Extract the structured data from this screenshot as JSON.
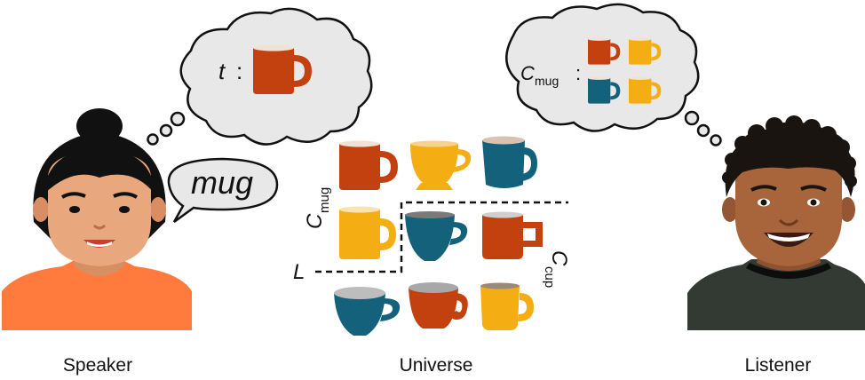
{
  "captions": {
    "speaker": "Speaker",
    "universe": "Universe",
    "listener": "Listener"
  },
  "speaker_bubble": {
    "word": "mug"
  },
  "speaker_thought": {
    "target_symbol": "t",
    "colon": ":"
  },
  "listener_thought": {
    "class_symbol": "C",
    "class_subscript": "mug",
    "colon": ":"
  },
  "universe_labels": {
    "c_mug_symbol": "C",
    "c_mug_subscript": "mug",
    "c_cup_symbol": "C",
    "c_cup_subscript": "cup",
    "l_symbol": "L"
  },
  "colors": {
    "red": "#c2410f",
    "yellow": "#f4ad12",
    "teal": "#13617a",
    "skin_speaker": "#e8a77d",
    "shirt_speaker": "#ff7a3d",
    "skin_listener": "#a8643a",
    "shirt_listener": "#323a33",
    "bubble": "#e8e8e8"
  }
}
